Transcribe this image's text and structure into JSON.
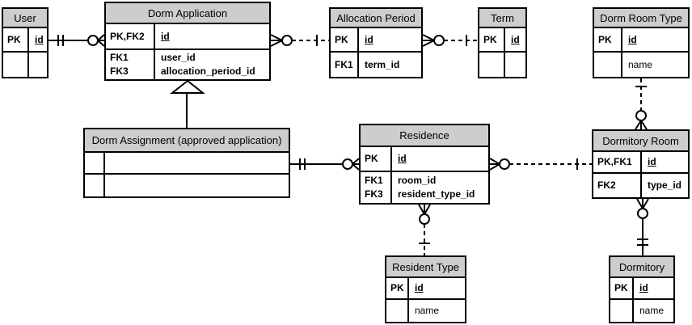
{
  "diagram": {
    "type": "entity-relationship-diagram",
    "notation": "crow's foot",
    "colors": {
      "header_fill": "#cdcdcd",
      "line": "#000000",
      "background": "#ffffff"
    }
  },
  "entities": {
    "user": {
      "title": "User",
      "pk_key": "PK",
      "pk_attr": "id"
    },
    "dorm_application": {
      "title": "Dorm Application",
      "pk_key": "PK,FK2",
      "pk_attr": "id",
      "fk1_key": "FK1",
      "fk1_attr": "user_id",
      "fk2_key": "FK3",
      "fk2_attr": "allocation_period_id"
    },
    "allocation_period": {
      "title": "Allocation Period",
      "pk_key": "PK",
      "pk_attr": "id",
      "fk1_key": "FK1",
      "fk1_attr": "term_id"
    },
    "term": {
      "title": "Term",
      "pk_key": "PK",
      "pk_attr": "id"
    },
    "dorm_room_type": {
      "title": "Dorm Room Type",
      "pk_key": "PK",
      "pk_attr": "id",
      "attr2": "name"
    },
    "dorm_assignment": {
      "title": "Dorm Assignment (approved application)"
    },
    "residence": {
      "title": "Residence",
      "pk_key": "PK",
      "pk_attr": "id",
      "fk1_key": "FK1",
      "fk1_attr": "room_id",
      "fk2_key": "FK3",
      "fk2_attr": "resident_type_id"
    },
    "dormitory_room": {
      "title": "Dormitory Room",
      "pk_key": "PK,FK1",
      "pk_attr": "id",
      "fk1_key": "FK2",
      "fk1_attr": "type_id"
    },
    "resident_type": {
      "title": "Resident Type",
      "pk_key": "PK",
      "pk_attr": "id",
      "attr2": "name"
    },
    "dormitory": {
      "title": "Dormitory",
      "pk_key": "PK",
      "pk_attr": "id",
      "attr2": "name"
    }
  },
  "relationships": [
    {
      "from": "User",
      "to": "Dorm Application",
      "card_at_from": "one and only one",
      "card_at_to": "zero or many",
      "line": "solid"
    },
    {
      "from": "Dorm Application",
      "to": "Allocation Period",
      "card_at_from": "zero or many",
      "card_at_to": "one",
      "line": "dashed"
    },
    {
      "from": "Allocation Period",
      "to": "Term",
      "card_at_from": "zero or many",
      "card_at_to": "one",
      "line": "dashed"
    },
    {
      "from": "Dorm Room Type",
      "to": "Dormitory Room",
      "card_at_from": "one",
      "card_at_to": "zero or many",
      "line": "dashed"
    },
    {
      "from": "Dorm Application",
      "to": "Dorm Assignment (approved application)",
      "type": "subtype / inheritance triangle",
      "line": "solid"
    },
    {
      "from": "Dorm Assignment (approved application)",
      "to": "Residence",
      "card_at_from": "one and only one",
      "card_at_to": "zero or many",
      "line": "solid"
    },
    {
      "from": "Residence",
      "to": "Dormitory Room",
      "card_at_from": "zero or many",
      "card_at_to": "one",
      "line": "dashed"
    },
    {
      "from": "Residence",
      "to": "Resident Type",
      "card_at_from": "zero or many",
      "card_at_to": "one",
      "line": "dashed"
    },
    {
      "from": "Dormitory Room",
      "to": "Dormitory",
      "card_at_from": "zero or many",
      "card_at_to": "one and only one",
      "line": "solid"
    }
  ]
}
